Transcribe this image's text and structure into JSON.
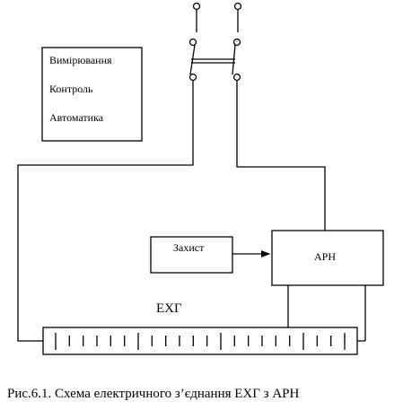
{
  "info_box": {
    "items": [
      "Вимірювання",
      "Контроль",
      "Автоматика"
    ]
  },
  "protection_box": {
    "label": "Захист"
  },
  "arn_box": {
    "label": "АРН"
  },
  "battery": {
    "label": "ЕХГ",
    "cell_count": 22
  },
  "caption": "Рис.6.1. Схема електричного з’єднання ЕХГ з АРН",
  "colors": {
    "line": "#000000",
    "background": "#ffffff"
  }
}
